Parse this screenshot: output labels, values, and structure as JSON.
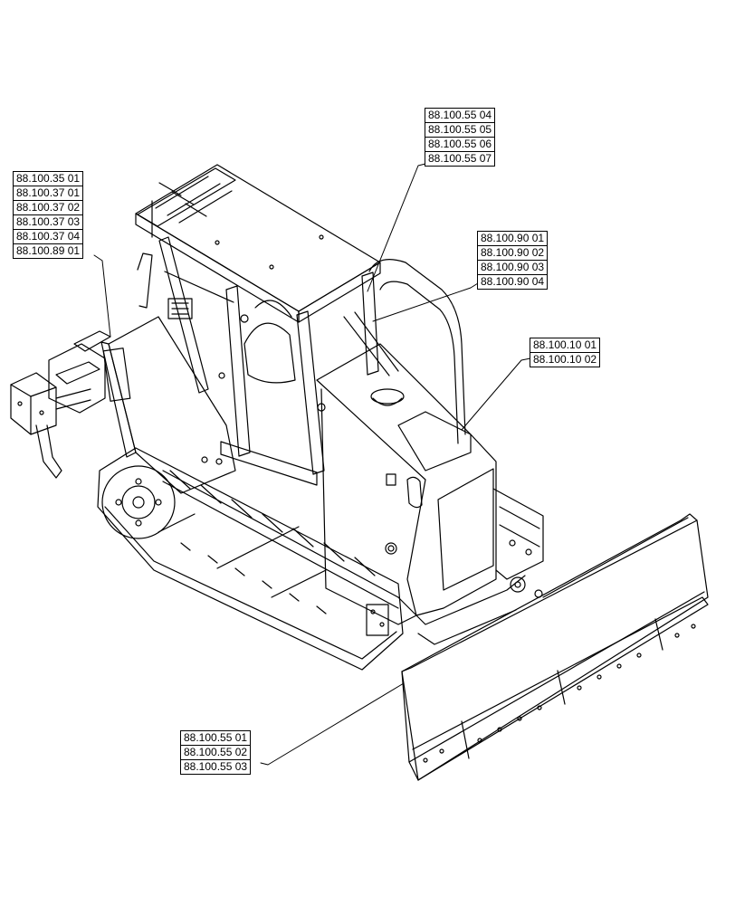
{
  "callouts": [
    {
      "id": "a",
      "refs": [
        "88.100.35 01",
        "88.100.37 01",
        "88.100.37 02",
        "88.100.37 03",
        "88.100.37 04",
        "88.100.89 01"
      ]
    },
    {
      "id": "b",
      "refs": [
        "88.100.55 04",
        "88.100.55 05",
        "88.100.55 06",
        "88.100.55 07"
      ]
    },
    {
      "id": "c",
      "refs": [
        "88.100.90 01",
        "88.100.90 02",
        "88.100.90 03",
        "88.100.90 04"
      ]
    },
    {
      "id": "d",
      "refs": [
        "88.100.10 01",
        "88.100.10 02"
      ]
    },
    {
      "id": "e",
      "refs": [
        "88.100.55 01",
        "88.100.55 02",
        "88.100.55 03"
      ]
    }
  ]
}
